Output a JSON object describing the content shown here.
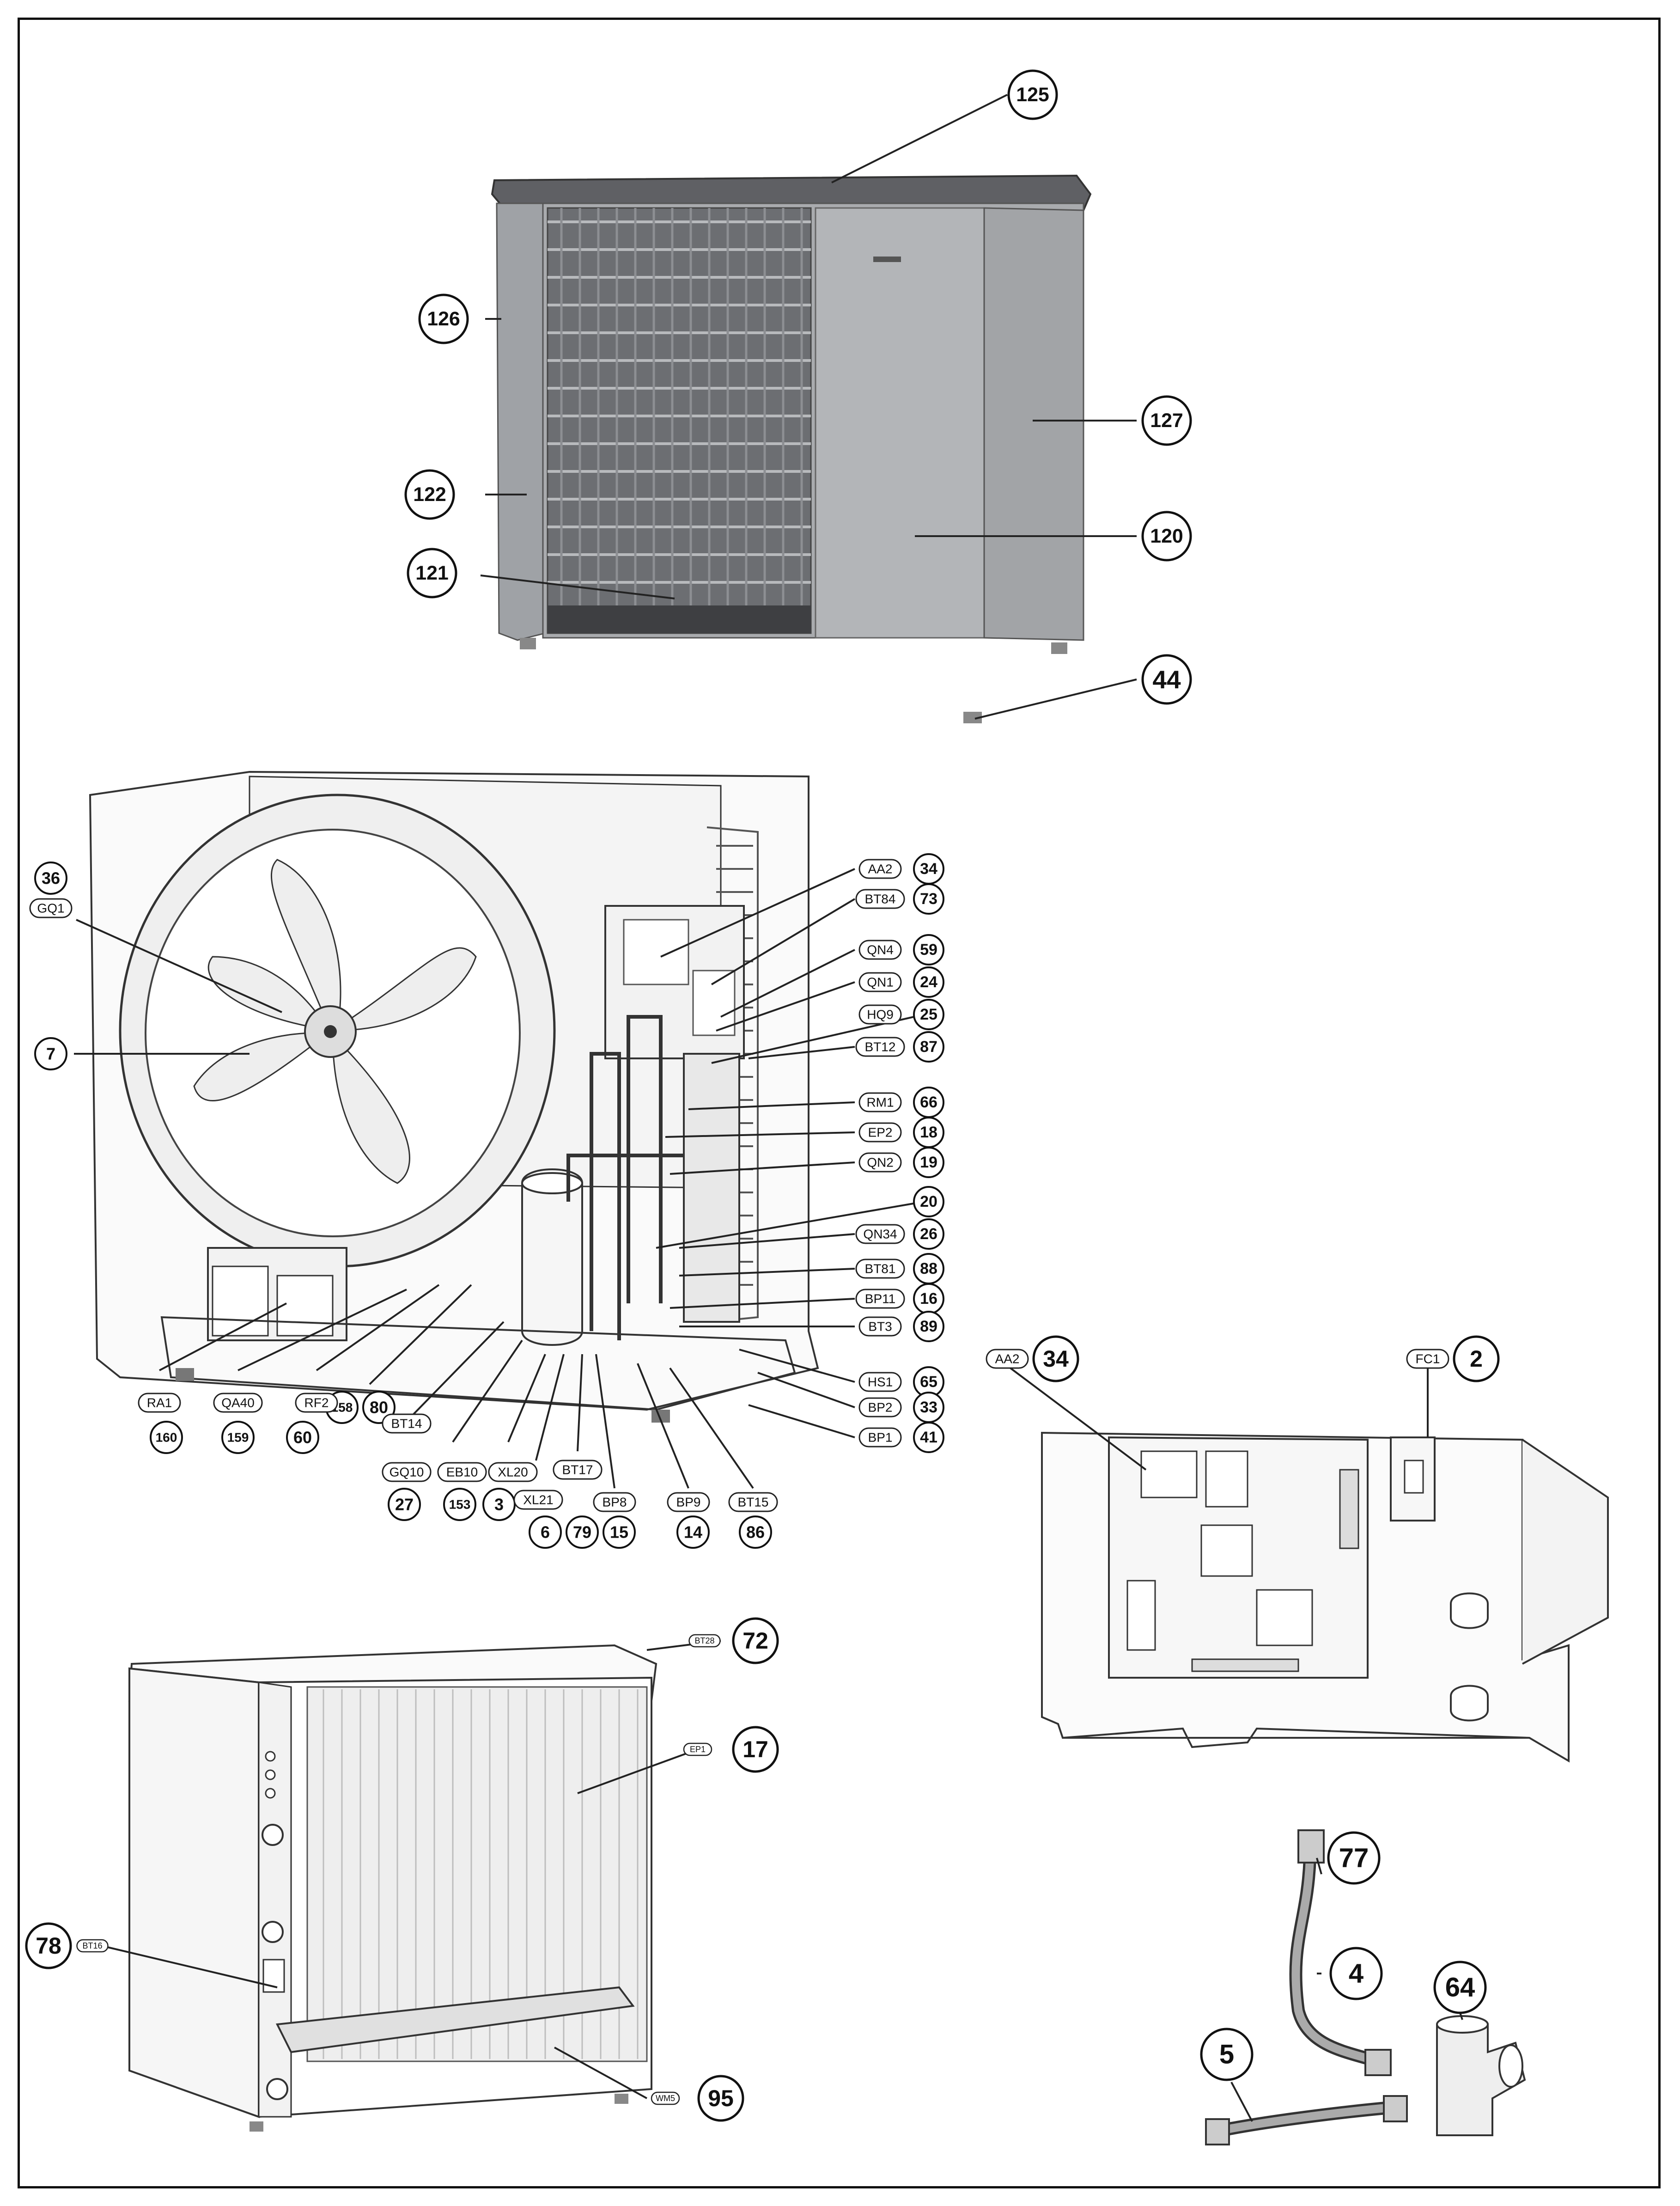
{
  "labels": {
    "top": [
      "125",
      "126",
      "127",
      "122",
      "120",
      "121",
      "44"
    ],
    "middle_left": [
      "36",
      "7",
      "160",
      "159",
      "60",
      "158",
      "80",
      "27",
      "153",
      "3",
      "6",
      "79",
      "15",
      "14",
      "86"
    ],
    "middle_right": [
      "34",
      "73",
      "59",
      "24",
      "25",
      "87",
      "66",
      "18",
      "19",
      "20",
      "26",
      "88",
      "16",
      "89",
      "65",
      "33",
      "41"
    ],
    "control_box": [
      "34",
      "2"
    ],
    "rear": [
      "72",
      "17",
      "78",
      "95"
    ],
    "fittings": [
      "77",
      "4",
      "5",
      "64"
    ]
  },
  "tags": {
    "middle": [
      "GQ1",
      "RA1",
      "QA40",
      "RF2",
      "BT14",
      "GQ10",
      "EB10",
      "XL20",
      "XL21",
      "BT17",
      "BP8",
      "BP9",
      "BT15",
      "AA2",
      "BT84",
      "QN4",
      "QN1",
      "HQ9",
      "BT12",
      "RM1",
      "EP2",
      "QN2",
      "QN34",
      "BT81",
      "BP11",
      "BT3",
      "HS1",
      "BP2",
      "BP1"
    ],
    "control_box": [
      "AA2",
      "FC1"
    ],
    "rear": [
      "BT28",
      "EP1",
      "BT16",
      "WM5"
    ]
  }
}
